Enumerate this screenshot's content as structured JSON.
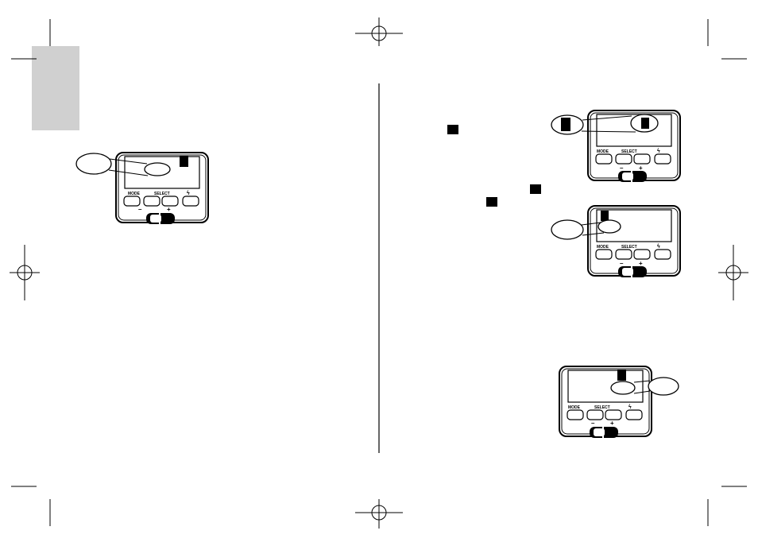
{
  "colors": {
    "ink": "#000000",
    "tab_gray": "#d0d0d0",
    "paper": "#ffffff"
  },
  "device": {
    "mode_label": "MODE",
    "select_label": "SELECT",
    "minus_label": "–",
    "plus_label": "+",
    "flash_icon": "lightning-bolt-icon"
  },
  "decorations": {
    "registration_mark": "crosshair-circle-icon",
    "crop_mark": "corner-crop-line"
  }
}
